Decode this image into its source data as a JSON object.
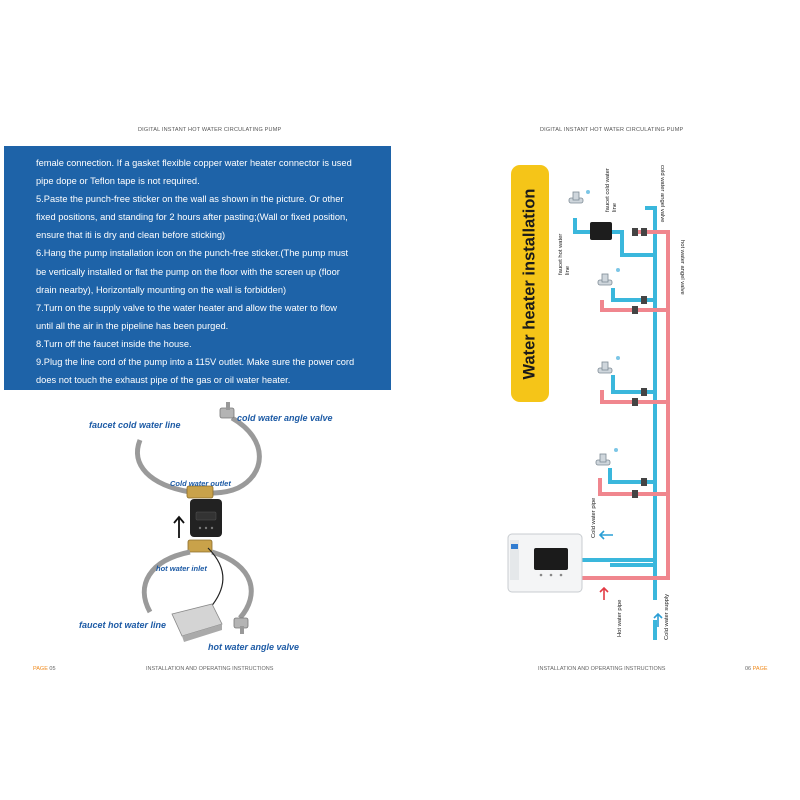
{
  "header": {
    "left_title": "DIGITAL INSTANT HOT WATER CIRCULATING PUMP",
    "right_title": "DIGITAL INSTANT HOT WATER CIRCULATING PUMP"
  },
  "instructions": {
    "lines": [
      "female connection. If a gasket flexible copper water heater connector is used",
      "pipe dope or Teflon tape is not required.",
      "5.Paste the punch-free sticker on the wall as shown in the picture. Or other",
      "fixed positions, and standing for 2 hours after pasting;(Wall or fixed position,",
      "ensure that iti is dry and clean before sticking)",
      "6.Hang the pump installation icon on the punch-free sticker.(The pump must",
      "be vertically installed or flat the pump on the floor with the screen up (floor",
      "drain nearby), Horizontally mounting on the wall is forbidden)",
      "7.Turn on the supply valve to the water heater and allow the water to flow",
      "until all the air in the pipeline has been purged.",
      "8.Turn off the faucet inside the house.",
      "9.Plug the line cord of the pump into a 115V outlet. Make sure the power cord",
      "does not touch the exhaust pipe of the gas or oil water heater."
    ]
  },
  "pump_diagram": {
    "faucet_cold_water_line": "faucet cold water line",
    "cold_water_angle_valve": "cold water angle valve",
    "cold_water_outlet": "Cold water outlet",
    "hot_water_inlet": "hot water inlet",
    "faucet_hot_water_line": "faucet hot water line",
    "hot_water_angle_valve": "hot water angle valve"
  },
  "installation_diagram": {
    "banner_title": "Water heater installation",
    "faucet_cold_water_line": "faucet cold water line",
    "cold_water_angel_valve": "cold water angel valve",
    "faucet_hot_water_line": "faucet hot water line",
    "hot_water_angel_valve": "hot water angel valve",
    "cold_water_pipe": "Cold water pipe",
    "hot_water_pipe": "Hot water pipe",
    "cold_water_supply": "Cold water supply"
  },
  "footer": {
    "left_page_word": "PAGE",
    "left_page_number": "05",
    "left_title": "INSTALLATION AND OPERATING INSTRUCTIONS",
    "right_title": "INSTALLATION AND OPERATING INSTRUCTIONS",
    "right_page_number": "06",
    "right_page_word": "PAGE"
  },
  "colors": {
    "panel_blue": "#1e63a8",
    "label_blue": "#1c5aa5",
    "banner_yellow": "#f5c518",
    "hot_pipe": "#f0868e",
    "cold_pipe": "#3ab7dc",
    "page_orange": "#f08a1c"
  }
}
